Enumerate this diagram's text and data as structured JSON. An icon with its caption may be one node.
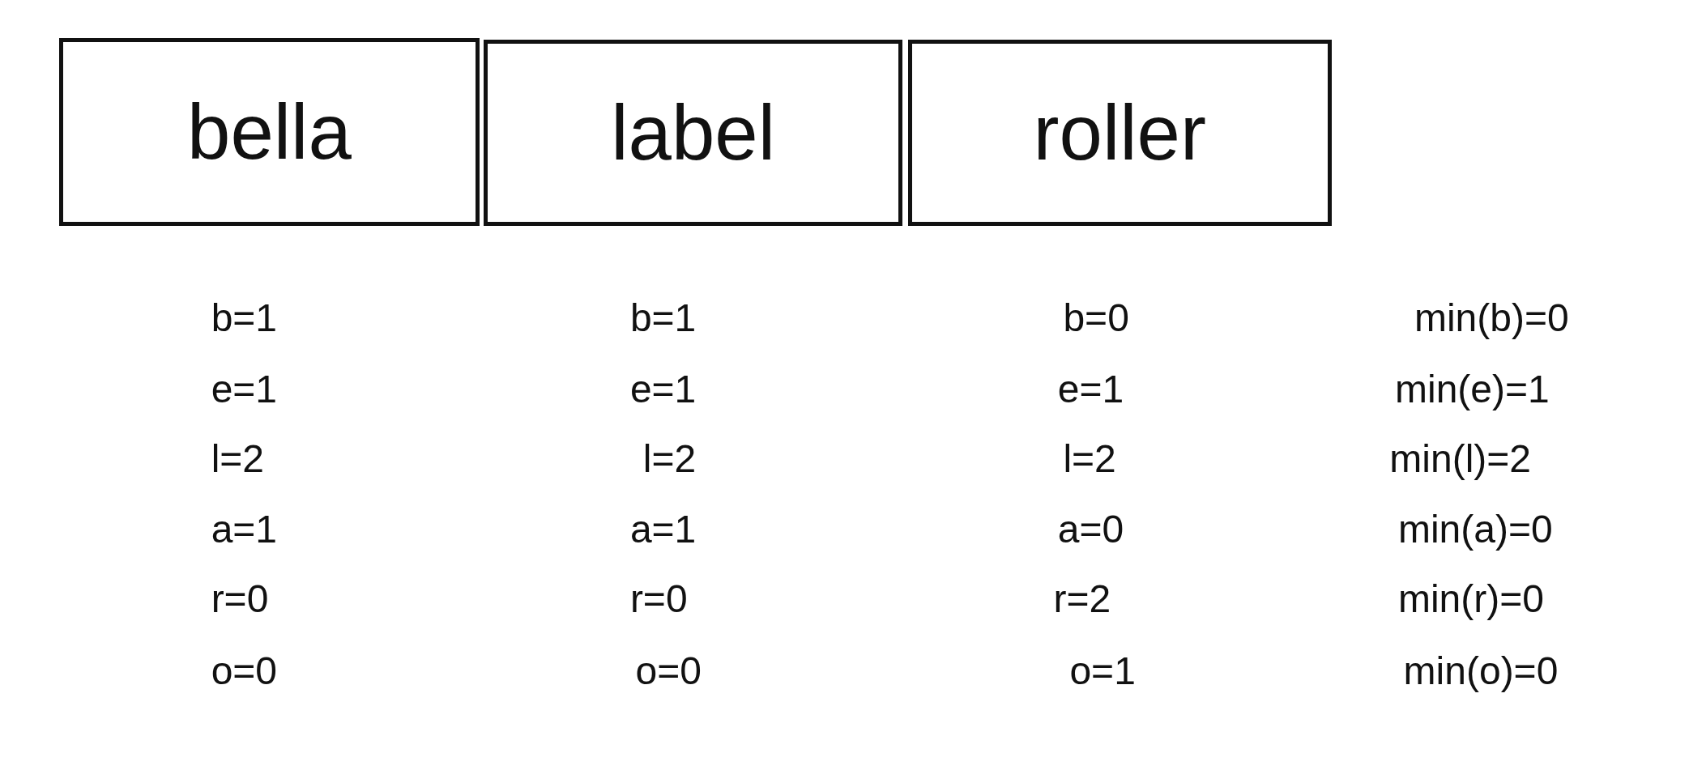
{
  "diagram": {
    "nodes": [
      {
        "text": [
          "bella"
        ]
      },
      {
        "text": [
          "label"
        ]
      },
      {
        "text": [
          "roller"
        ]
      }
    ],
    "labels": [
      "b=1",
      "b=1",
      "b=0",
      "min(b)=0",
      "e=1",
      "e=1",
      "e=1",
      "min(e)=1",
      "l=2",
      "l=2",
      "l=2",
      "min(l)=2",
      "a=1",
      "a=1",
      "a=0",
      "min(a)=0",
      "r=0",
      "r=0",
      "r=2",
      "min(r)=0",
      "o=0",
      "o=0",
      "o=1",
      "min(o)=0"
    ]
  }
}
